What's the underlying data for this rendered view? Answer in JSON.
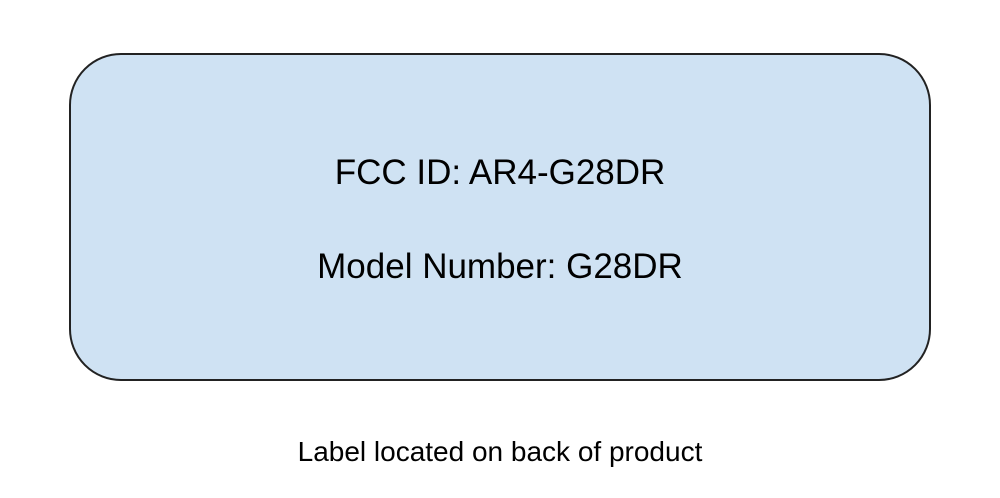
{
  "label": {
    "fcc_id": "FCC ID: AR4-G28DR",
    "model_number": "Model Number: G28DR"
  },
  "caption": "Label located on back of product",
  "colors": {
    "box_fill": "#cfe2f3",
    "box_border": "#222222"
  }
}
